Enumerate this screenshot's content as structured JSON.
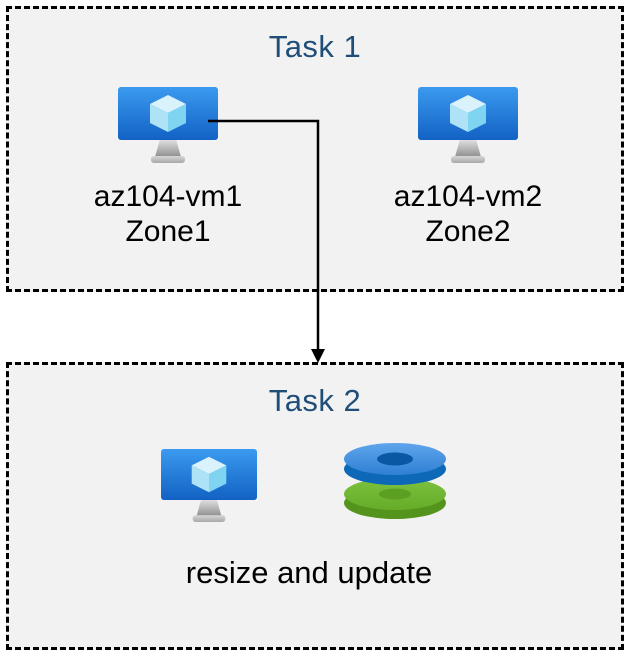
{
  "diagram": {
    "task1": {
      "title": "Task 1",
      "vms": [
        {
          "name": "az104-vm1",
          "zone": "Zone1"
        },
        {
          "name": "az104-vm2",
          "zone": "Zone2"
        }
      ]
    },
    "task2": {
      "title": "Task 2",
      "caption": "resize and update"
    },
    "arrow": {
      "from": "az104-vm1",
      "to": "Task 2"
    },
    "colors": {
      "title_color": "#1F4E79",
      "box_fill": "#F2F2F2",
      "box_border": "#000000",
      "label_color": "#000000",
      "arrow_color": "#000000",
      "vm_screen_top": "#3B9AEF",
      "vm_screen_bottom": "#1262C4",
      "cube_top": "#D9F2FC",
      "cube_left": "#AEE3F7",
      "cube_right": "#7FD4F2",
      "stand_light": "#E3E3E3",
      "stand_dark": "#8F8F8F",
      "disk_blue_top": "#4A94E2",
      "disk_blue_side": "#0E68B8",
      "disk_blue_hole": "#0A57A3",
      "disk_green_top": "#6FB62F",
      "disk_green_side": "#54941C",
      "disk_green_hole": "#5C9F23"
    }
  }
}
